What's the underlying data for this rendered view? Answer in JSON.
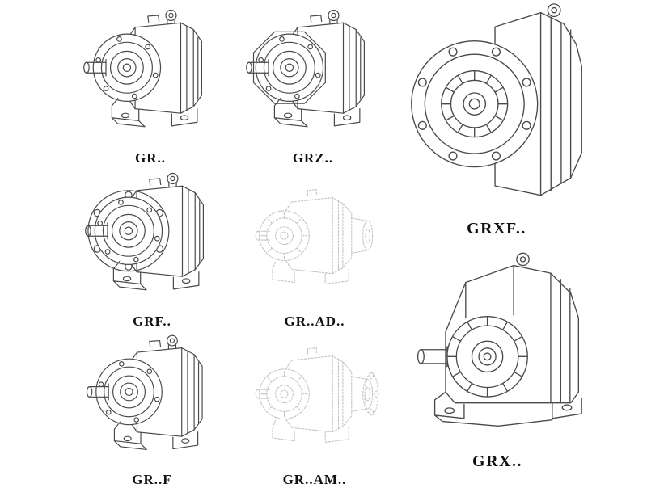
{
  "colors": {
    "background": "#ffffff",
    "line_solid": "#4a4a4a",
    "line_faded": "#c3c3c3",
    "label_text": "#111111"
  },
  "products": [
    {
      "id": "gr",
      "label": "GR..",
      "style": "solid"
    },
    {
      "id": "grz",
      "label": "GRZ..",
      "style": "solid"
    },
    {
      "id": "grxf",
      "label": "GRXF..",
      "style": "solid"
    },
    {
      "id": "grf",
      "label": "GRF..",
      "style": "solid"
    },
    {
      "id": "gr-ad",
      "label": "GR..AD..",
      "style": "faded"
    },
    {
      "id": "gr-f",
      "label": "GR..F",
      "style": "solid"
    },
    {
      "id": "gr-am",
      "label": "GR..AM..",
      "style": "faded"
    },
    {
      "id": "grx",
      "label": "GRX..",
      "style": "solid"
    }
  ]
}
